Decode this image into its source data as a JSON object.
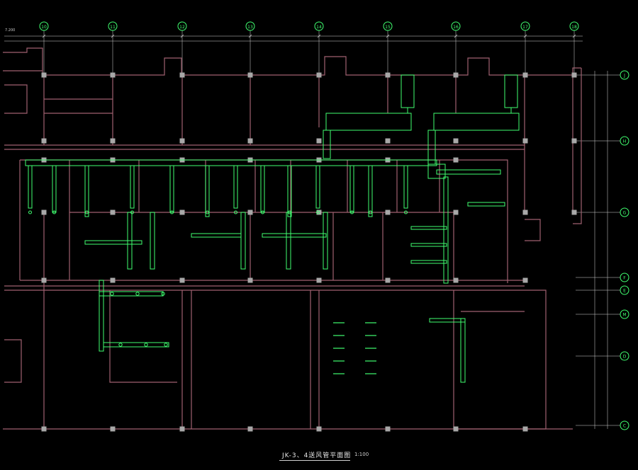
{
  "drawing": {
    "title": "JK-3、4送风管平面图",
    "scale": "1:100",
    "corner_note": "7.200"
  },
  "grid": {
    "columns": [
      "10",
      "11",
      "12",
      "13",
      "14",
      "15",
      "16",
      "17",
      "18"
    ],
    "rows": [
      "J",
      "H",
      "G",
      "F",
      "E",
      "M",
      "D",
      "C"
    ]
  },
  "colors": {
    "background": "#000000",
    "walls": "#a06070",
    "columns": "#a8a8a8",
    "duct": "#40ff70",
    "grid_bubble": "#40ff70",
    "dimension": "#d8d8d8",
    "text": "#e0e0e0",
    "accent_text": "#ff4040"
  }
}
